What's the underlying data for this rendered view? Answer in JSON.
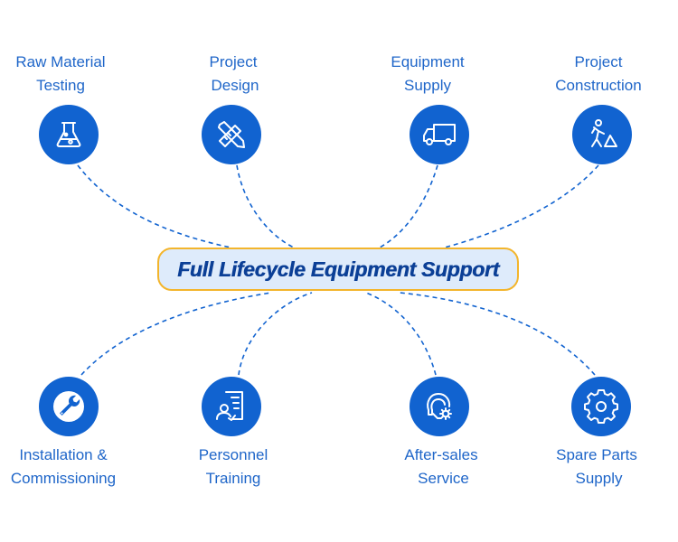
{
  "center": {
    "title": "Full Lifecycle Equipment Support"
  },
  "colors": {
    "accent": "#1163d0",
    "text": "#1f66c9",
    "border": "#f3b52c",
    "center_fill": "#deebfb",
    "title": "#0b3f96"
  },
  "nodes": [
    {
      "id": "raw-material-testing",
      "line1": "Raw Material",
      "line2": "Testing",
      "icon": "flask-icon"
    },
    {
      "id": "project-design",
      "line1": "Project",
      "line2": "Design",
      "icon": "ruler-pencil-icon"
    },
    {
      "id": "equipment-supply",
      "line1": "Equipment",
      "line2": "Supply",
      "icon": "truck-icon"
    },
    {
      "id": "project-construction",
      "line1": "Project",
      "line2": "Construction",
      "icon": "worker-icon"
    },
    {
      "id": "installation-commissioning",
      "line1": "Installation &",
      "line2": "Commissioning",
      "icon": "wrench-icon"
    },
    {
      "id": "personnel-training",
      "line1": "Personnel",
      "line2": "Training",
      "icon": "trainee-document-icon"
    },
    {
      "id": "after-sales-service",
      "line1": "After-sales",
      "line2": "Service",
      "icon": "headset-gear-icon"
    },
    {
      "id": "spare-parts-supply",
      "line1": "Spare Parts",
      "line2": "Supply",
      "icon": "gear-icon"
    }
  ]
}
